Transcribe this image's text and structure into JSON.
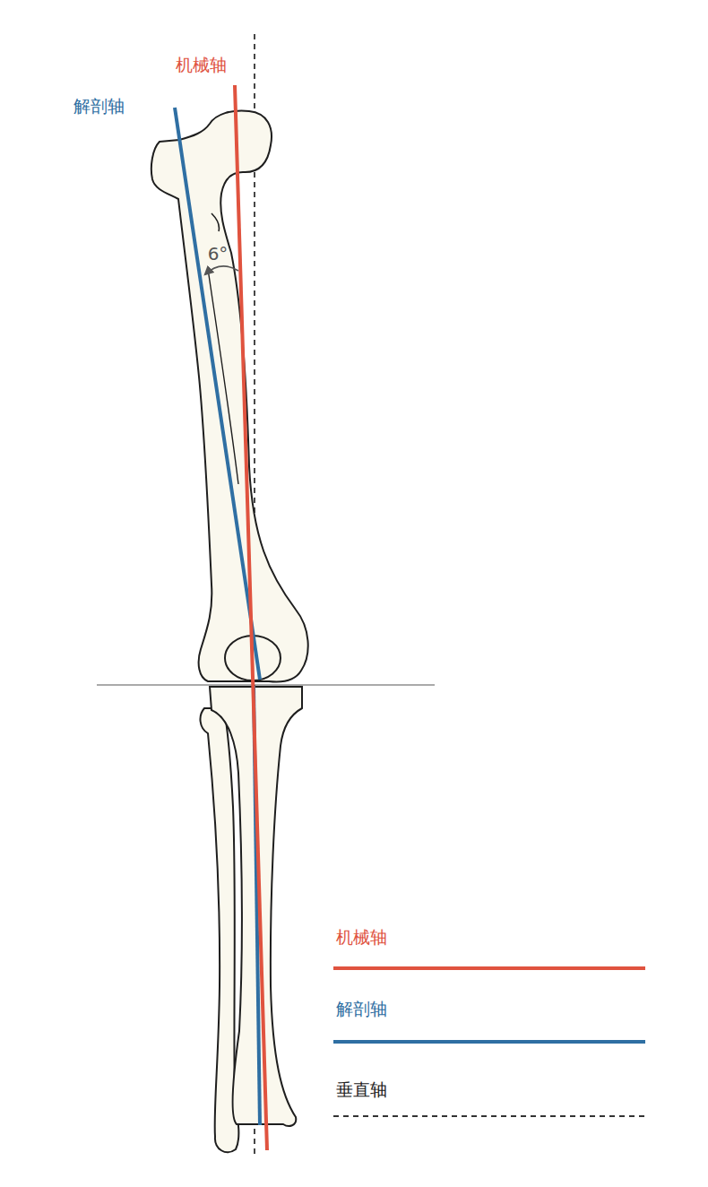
{
  "diagram": {
    "labels": [
      "机械轴",
      "解剖轴",
      "6°"
    ],
    "legend": [
      {
        "text": "机械轴"
      },
      {
        "text": "解剖轴"
      },
      {
        "text": "垂直轴"
      }
    ]
  }
}
